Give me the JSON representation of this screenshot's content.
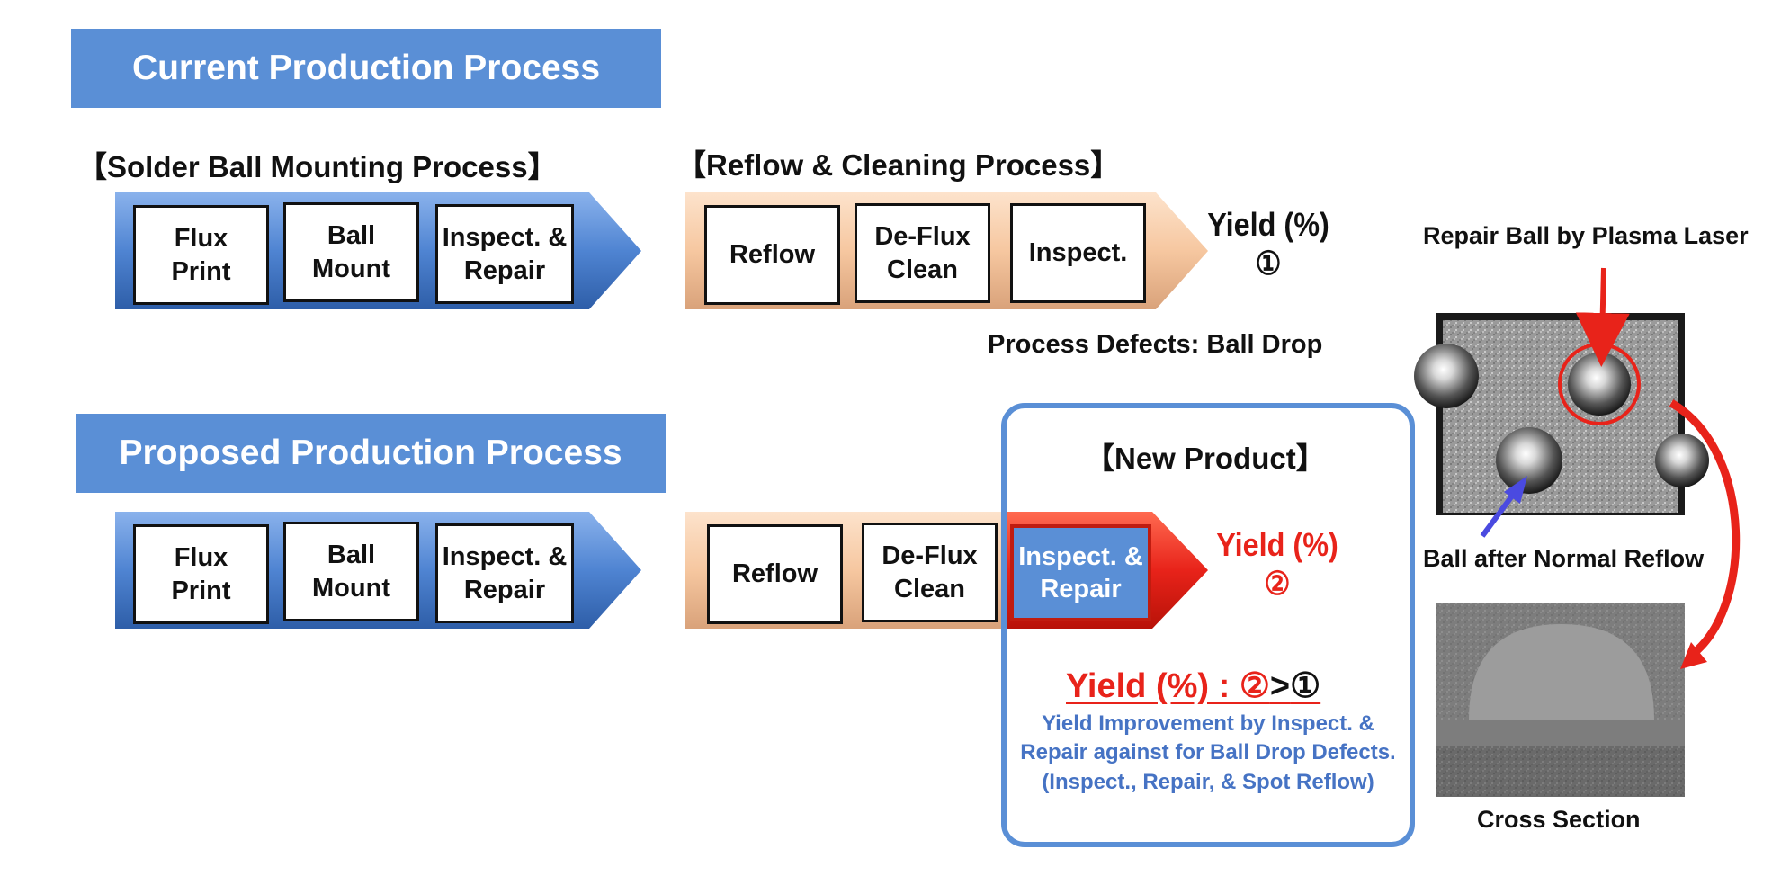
{
  "current": {
    "title": "Current Production Process",
    "solder_label": "【Solder Ball Mounting Process】",
    "reflow_label": "【Reflow & Cleaning Process】",
    "solder_steps": [
      "Flux\nPrint",
      "Ball\nMount",
      "Inspect. &\nRepair"
    ],
    "reflow_steps": [
      "Reflow",
      "De-Flux\nClean",
      "Inspect."
    ],
    "yield_label": "Yield (%)",
    "yield_marker": "①",
    "defects": "Process Defects: Ball Drop"
  },
  "proposed": {
    "title": "Proposed Production Process",
    "solder_steps": [
      "Flux\nPrint",
      "Ball\nMount",
      "Inspect. &\nRepair"
    ],
    "reflow_steps": [
      "Reflow",
      "De-Flux\nClean"
    ],
    "highlight_step": "Inspect. &\nRepair",
    "yield_label": "Yield (%)",
    "yield_marker": "②"
  },
  "new_product": {
    "title": "【New Product】",
    "comparison_prefix": "Yield (%) : ②",
    "comparison_gt": ">",
    "comparison_suffix": "①",
    "description_lines": [
      "Yield Improvement by Inspect. &",
      "Repair against for Ball Drop Defects.",
      "(Inspect., Repair, & Spot Reflow)"
    ]
  },
  "images": {
    "repair_caption": "Repair Ball by Plasma Laser",
    "normal_caption": "Ball after Normal Reflow",
    "cross_caption": "Cross Section"
  },
  "colors": {
    "blue_bar": "#5a8fd6",
    "peach_arrow": "#f6cba8",
    "red_accent": "#e8231a",
    "desc_blue": "#4673c4"
  }
}
